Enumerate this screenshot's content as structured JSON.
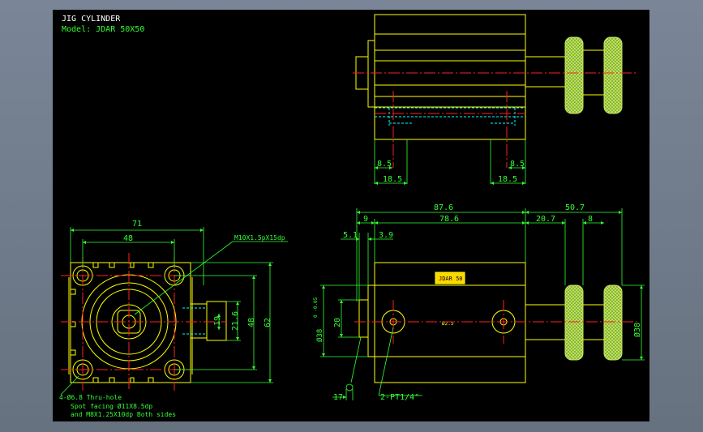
{
  "title_block": {
    "title": "JIG CYLINDER",
    "model": "Model: JDAR 50X50"
  },
  "colors": {
    "background": "#000000",
    "outline": "#ffff00",
    "dimension": "#00ff00",
    "centerline": "#ff2020",
    "hidden": "#00ffff",
    "knob": "#9acd32",
    "frame": "#6b7786"
  },
  "front_view": {
    "dims": {
      "width_total": "71",
      "width_bolt": "48",
      "port_thread": "M10X1.5pX15dp",
      "height_19": "19",
      "height_21_6": "21.6",
      "height_48": "48",
      "height_62": "62"
    },
    "notes": {
      "holes": "4-Ø6.8 Thru-hole",
      "spot_facing": "Spot facing Ø11X8.5dp",
      "thread": "and M8X1.25X10dp Both sides"
    }
  },
  "top_view": {
    "dims": {
      "left_8_5": "8.5",
      "left_18_5": "18.5",
      "right_8_5": "8.5",
      "right_18_5": "18.5"
    }
  },
  "side_view": {
    "dims": {
      "overall": "87.6",
      "knob_length": "50.7",
      "d9": "9",
      "d78_6": "78.6",
      "d20_7": "20.7",
      "d8": "8",
      "d5_1": "5.1",
      "d3_9": "3.9",
      "rod_dia": "Ø38",
      "tol": "0 -0.05",
      "d20": "20",
      "knob_dia": "Ø38",
      "d17": "17",
      "port": "2-PT1/4\""
    },
    "nameplate": "JDAR 50",
    "small_label": "Ø2.5"
  }
}
